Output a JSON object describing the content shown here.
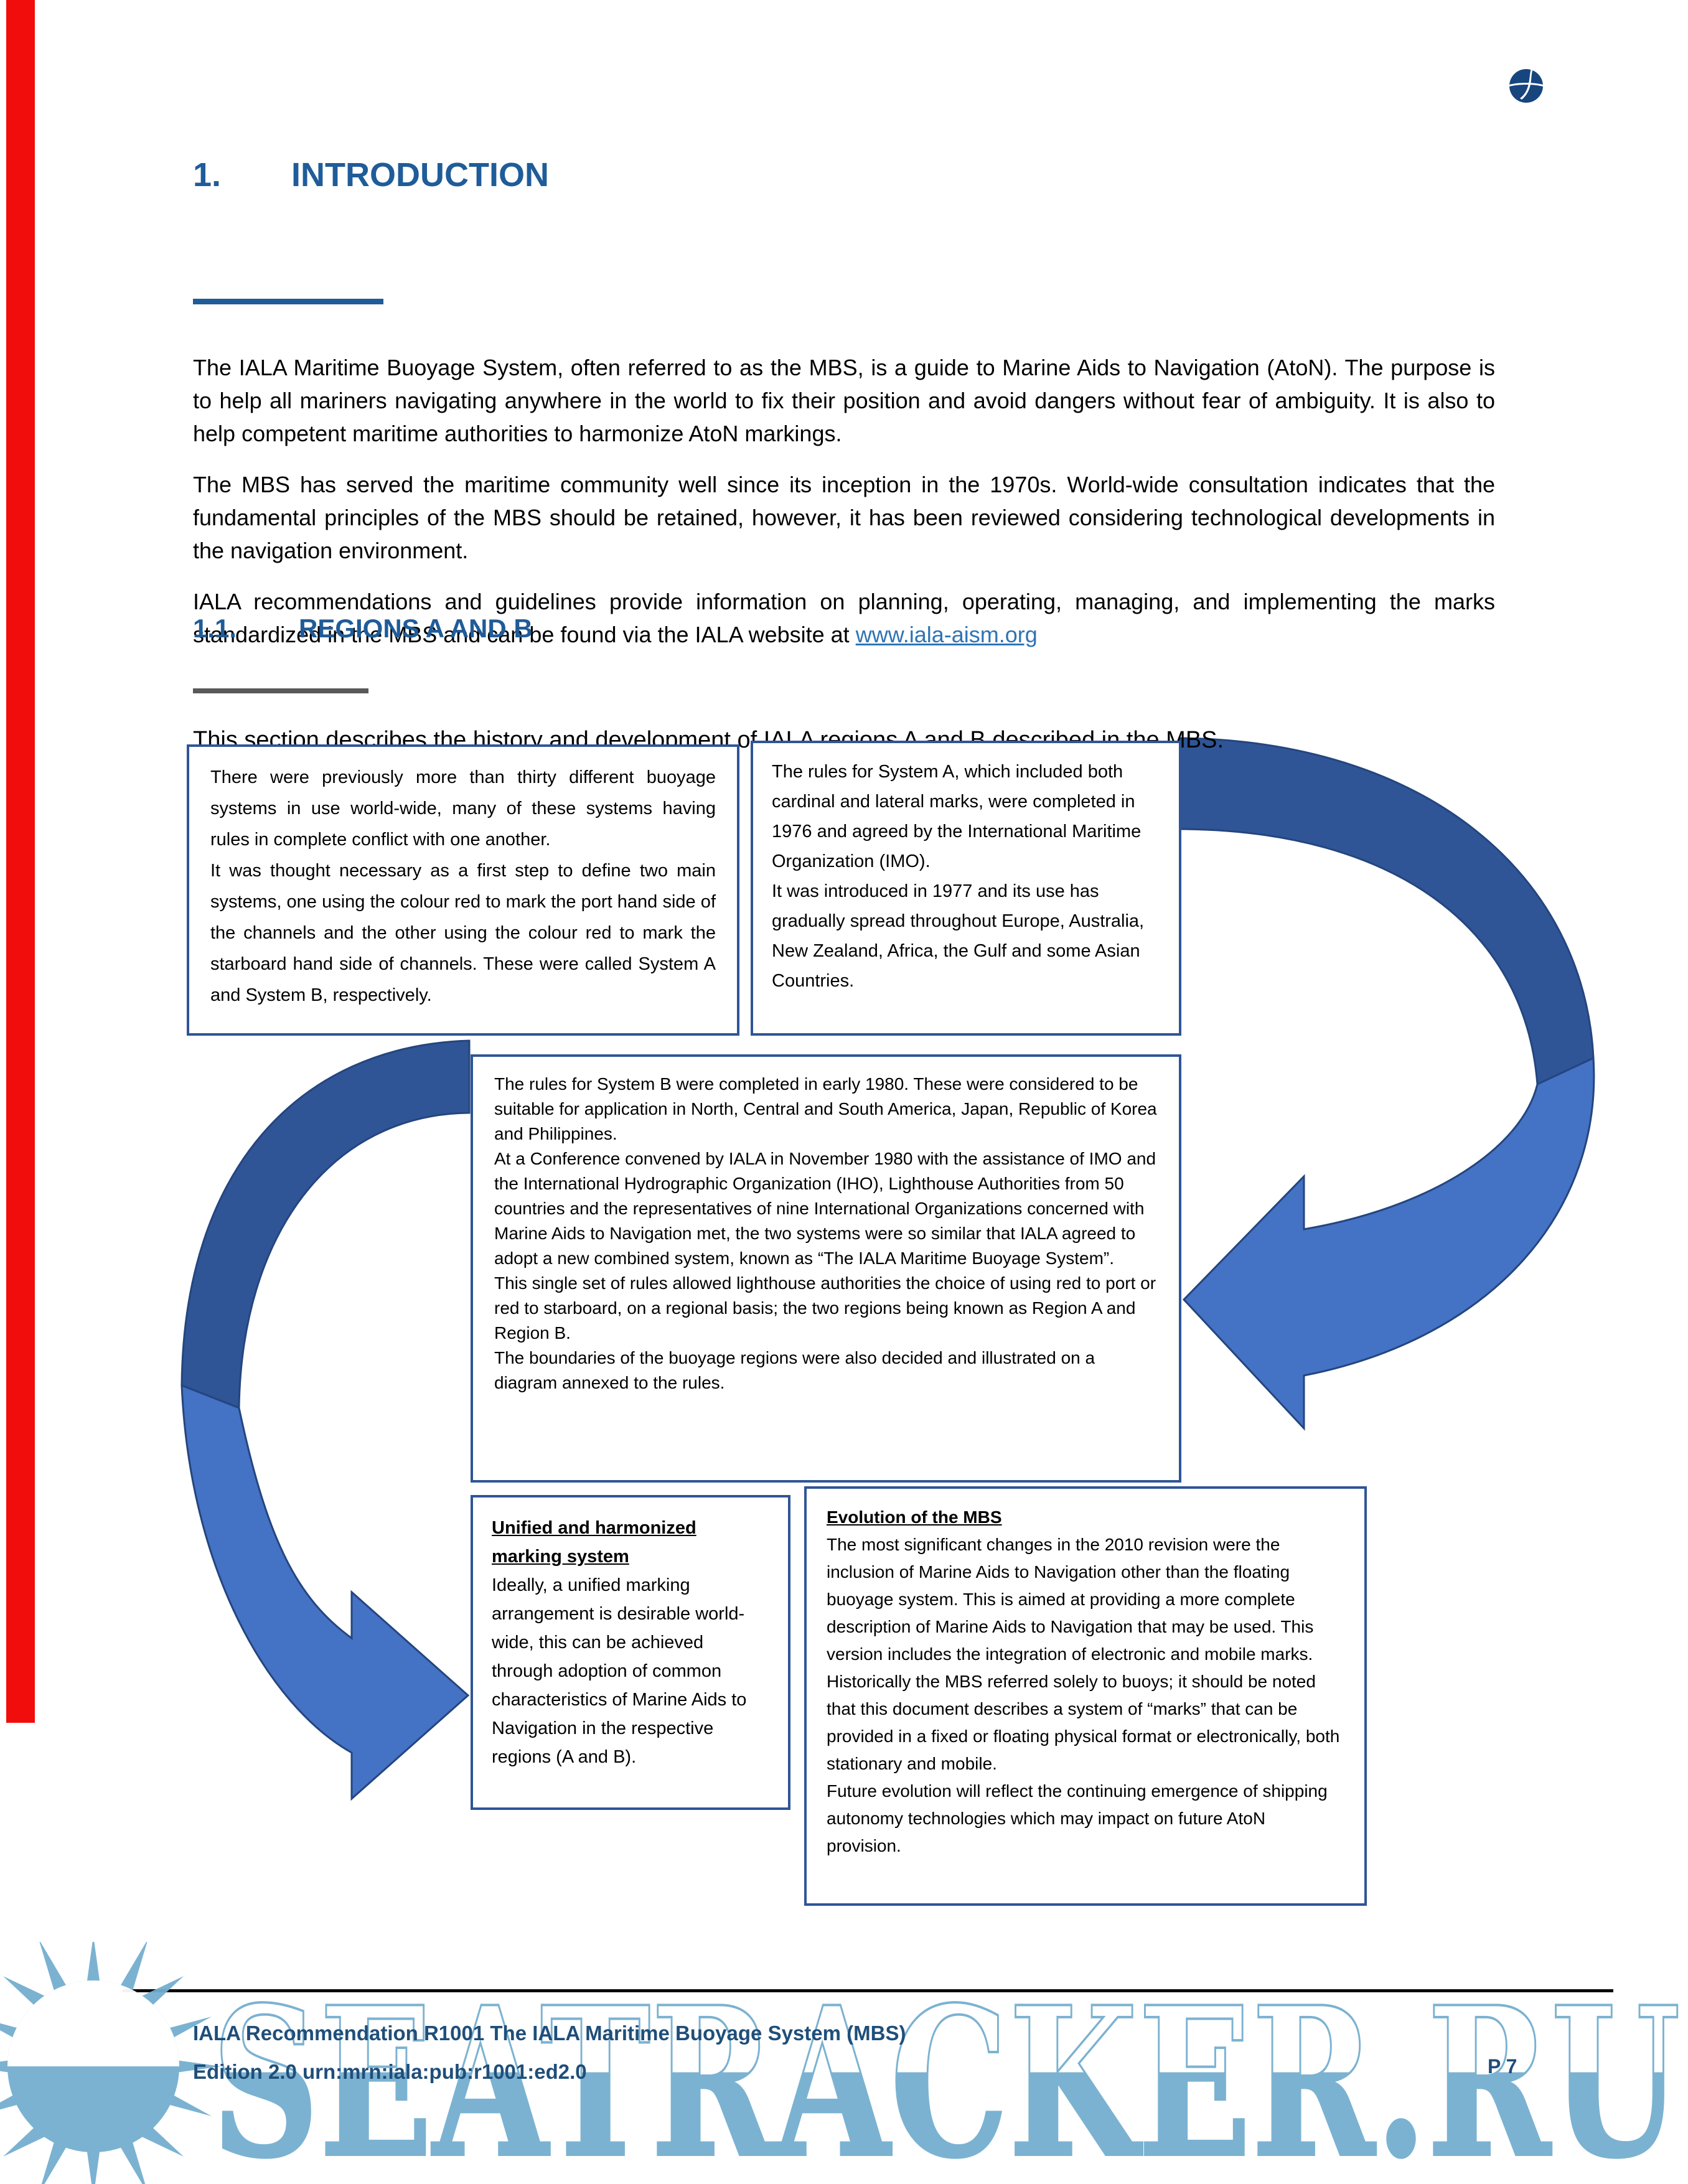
{
  "heading": {
    "number": "1.",
    "title": "INTRODUCTION"
  },
  "paragraphs": {
    "p1": "The IALA Maritime Buoyage System, often referred to as the MBS, is a guide to Marine Aids to Navigation (AtoN). The purpose is to help all mariners navigating anywhere in the world to fix their position and avoid dangers without fear of ambiguity. It is also to help competent maritime authorities to harmonize AtoN markings.",
    "p2": "The MBS has served the maritime community well since its inception in the 1970s. World-wide consultation indicates that the fundamental principles of the MBS should be retained, however, it has been reviewed considering technological developments in the navigation environment.",
    "p3_before": "IALA recommendations and guidelines provide information on planning, operating, managing, and implementing the marks standardized in the MBS and can be found via the IALA website at ",
    "p3_link": "www.iala-aism.org"
  },
  "section": {
    "number": "1.1.",
    "title": "REGIONS A AND B",
    "lead": "This section describes the history and development of IALA regions A and B described in the MBS."
  },
  "boxes": {
    "box1": {
      "p1": "There were previously more than thirty different buoyage systems in use world-wide, many of these systems having rules in complete conflict with one another.",
      "p2": "It was thought necessary as a first step to define two main systems, one using the colour red to mark the port hand side of the channels and the other using the colour red to mark the starboard hand side of channels. These were called System A and System B, respectively."
    },
    "box2": {
      "p1": "The rules for System A, which included both cardinal and lateral marks, were completed in 1976 and agreed by the International Maritime Organization (IMO).",
      "p2": "It was introduced in 1977 and its use has gradually spread throughout Europe, Australia, New Zealand, Africa, the Gulf and some Asian Countries."
    },
    "box3": {
      "p1": "The rules for System B were completed in early 1980. These were considered to be suitable for application in North, Central and South America, Japan, Republic of Korea and Philippines.",
      "p2": "At a Conference convened by IALA in November 1980 with the assistance of IMO and the International Hydrographic Organization (IHO), Lighthouse Authorities from 50 countries and the representatives of nine International Organizations concerned with Marine Aids to Navigation met, the two systems were so similar that IALA agreed to adopt a new combined system, known as “The IALA Maritime Buoyage System”.",
      "p3": "This single set of rules allowed lighthouse authorities the choice of using red to port or red to starboard, on a regional basis; the two regions being known as Region A and Region B.",
      "p4": "The boundaries of the buoyage regions were also decided and illustrated on a diagram annexed to the rules."
    },
    "box4": {
      "title": "Unified and harmonized marking system",
      "p1": "Ideally, a unified marking arrangement is desirable world-wide, this can be achieved through adoption of common characteristics of Marine Aids to Navigation in the respective regions (A and B)."
    },
    "box5": {
      "title": "Evolution of the MBS",
      "p1": "The most significant changes in the 2010 revision were the inclusion of Marine Aids to Navigation other than the floating buoyage system. This is aimed at providing a more complete description of Marine Aids to Navigation that may be used. This version includes the integration of electronic and mobile marks.",
      "p2": "Historically the MBS referred solely to buoys; it should be noted that this document describes a system of “marks” that can be provided in a fixed or floating physical format or electronically, both stationary and mobile.",
      "p3": "Future evolution will reflect the continuing emergence of shipping autonomy technologies which may impact on future AtoN provision."
    }
  },
  "footer": {
    "line1": "IALA Recommendation R1001 The IALA Maritime Buoyage System (MBS)",
    "line2": "Edition 2.0 urn:mrn:iala:pub:r1001:ed2.0",
    "page": "P 7"
  },
  "watermark": {
    "text": "SEATRACKER.RU"
  },
  "colors": {
    "heading_blue": "#1F5C99",
    "link_blue": "#2E74B5",
    "box_border": "#2F5597",
    "arrow_dark": "#2F5597",
    "arrow_light": "#4472C4",
    "footer_text": "#1F4E79",
    "watermark_blue": "#74AECF",
    "red_bar": "#F20D0D"
  }
}
